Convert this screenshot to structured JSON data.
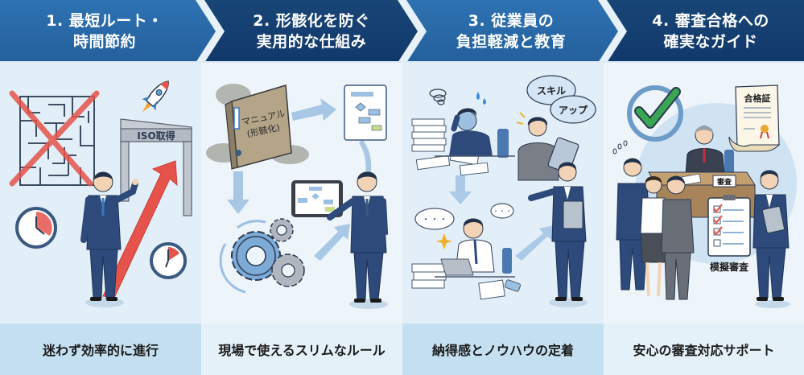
{
  "steps": [
    {
      "number": "1.",
      "title_line1": "1. 最短ルート・",
      "title_line2": "時間節約",
      "caption": "迷わず効率的に進行",
      "illustration": {
        "gate_label": "ISO取得",
        "icons": [
          "maze-icon",
          "cross-mark-icon",
          "rocket-icon",
          "clock-icon",
          "clock-icon",
          "upward-arrow-icon",
          "businessman-pointing"
        ]
      }
    },
    {
      "number": "2.",
      "title_line1": "2. 形骸化を防ぐ",
      "title_line2": "実用的な仕組み",
      "caption": "現場で使えるスリムなルール",
      "illustration": {
        "binder_label_line1": "マニュアル",
        "binder_label_line2": "(形骸化)",
        "icons": [
          "dusty-binder-icon",
          "flowchart-document-icon",
          "gears-icon",
          "tablet-flowchart-icon",
          "businessman-presenting"
        ]
      }
    },
    {
      "number": "3.",
      "title_line1": "3. 従業員の",
      "title_line2": "負担軽減と教育",
      "caption": "納得感とノウハウの定着",
      "illustration": {
        "bubble_skill": "スキル",
        "bubble_up": "アップ",
        "bubble_dots": "・・・",
        "icons": [
          "stressed-worker",
          "paper-stack-icon",
          "relieved-worker-laptop",
          "woman-with-tablet",
          "businessman-explaining"
        ]
      }
    },
    {
      "number": "4.",
      "title_line1": "4. 審査合格への",
      "title_line2": "確実なガイド",
      "caption": "安心の審査対応サポート",
      "illustration": {
        "certificate_label": "合格証",
        "desk_sign": "審査",
        "checklist_label": "模擬審査",
        "checklist_checked": 3,
        "checklist_total": 4,
        "icons": [
          "checkmark-circle-icon",
          "certificate-scroll-icon",
          "auditor-at-desk",
          "checklist-board-icon",
          "team-of-employees",
          "businessman-consultant"
        ]
      }
    }
  ],
  "colors": {
    "header_light": "#2a6aa8",
    "header_dark": "#163f72",
    "caption_dark": "#c4dff0",
    "caption_light": "#e5f1f9",
    "accent_red": "#e5534b",
    "accent_green": "#3aa552",
    "suit_navy": "#2d4a7a"
  }
}
